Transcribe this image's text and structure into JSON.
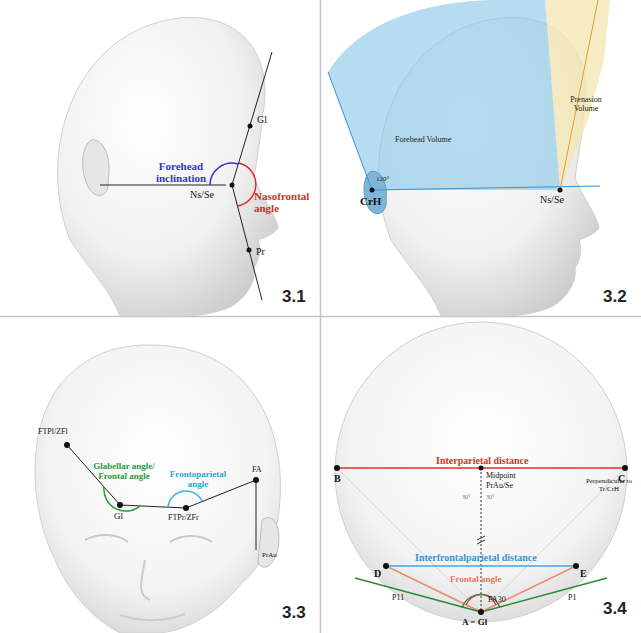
{
  "diagram": {
    "labels": [
      "Forehead inclination",
      "Nasofrontal angle",
      "Gl",
      "Ns/Se",
      "Pr",
      "3.1",
      "Forehead Volume",
      "Prenasion Volume",
      "120°",
      "CrH",
      "Ns/Se",
      "3.2",
      "FTPl/ZFl",
      "Glabellar angle/ Frontal angle",
      "Gl",
      "Frontoparietal angle",
      "FTPr/ZFr",
      "FA",
      "PrAu",
      "3.3",
      "Interparietal distance",
      "B",
      "C",
      "Midpoint",
      "PrAu/Se",
      "Perpendicular to Tr/CrH",
      "30°",
      "30°",
      "Interfrontalparietal distance",
      "D",
      "E",
      "Frontal angle",
      "P11",
      "FA30",
      "P1",
      "A = Gl",
      "3.4"
    ]
  }
}
